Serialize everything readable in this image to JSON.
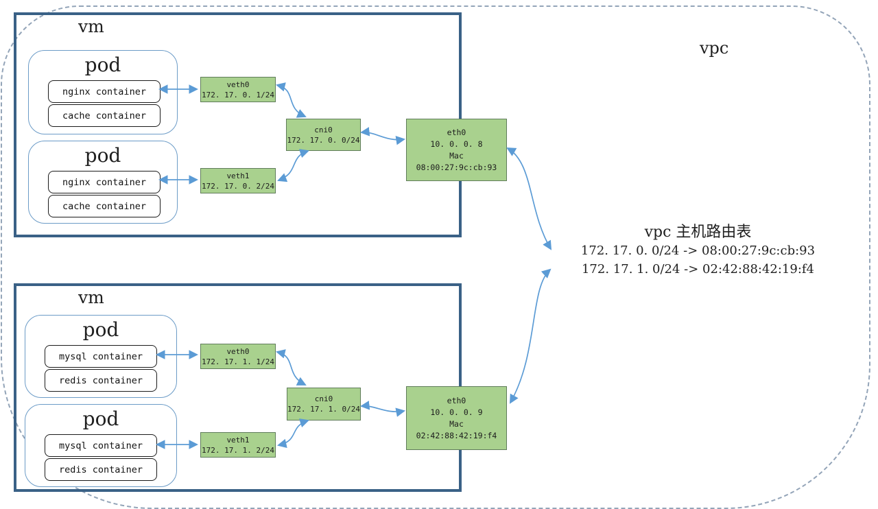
{
  "colors": {
    "arrow_blue": "#5b9bd5",
    "vm_border": "#3a6186",
    "pod_border": "#6b9bc7",
    "interface_fill": "#a9d18e",
    "interface_border": "#5f7c5a",
    "vpc_dash": "#93a4b8"
  },
  "vpc": {
    "label": "vpc"
  },
  "routing_table": {
    "title": "vpc 主机路由表",
    "entries": [
      "172. 17. 0. 0/24 -> 08:00:27:9c:cb:93",
      "172. 17. 1. 0/24 -> 02:42:88:42:19:f4"
    ]
  },
  "vm1": {
    "label": "vm",
    "pod1": {
      "label": "pod",
      "containers": [
        "nginx container",
        "cache container"
      ]
    },
    "pod2": {
      "label": "pod",
      "containers": [
        "nginx container",
        "cache container"
      ]
    },
    "veth0": {
      "name": "veth0",
      "ip": "172. 17. 0. 1/24"
    },
    "veth1": {
      "name": "veth1",
      "ip": "172. 17. 0. 2/24"
    },
    "cni0": {
      "name": "cni0",
      "ip": "172. 17. 0. 0/24"
    },
    "eth0": {
      "name": "eth0",
      "ip": "10. 0. 0. 8",
      "mac_label": "Mac",
      "mac": "08:00:27:9c:cb:93"
    }
  },
  "vm2": {
    "label": "vm",
    "pod1": {
      "label": "pod",
      "containers": [
        "mysql container",
        "redis container"
      ]
    },
    "pod2": {
      "label": "pod",
      "containers": [
        "mysql container",
        "redis container"
      ]
    },
    "veth0": {
      "name": "veth0",
      "ip": "172. 17. 1. 1/24"
    },
    "veth1": {
      "name": "veth1",
      "ip": "172. 17. 1. 2/24"
    },
    "cni0": {
      "name": "cni0",
      "ip": "172. 17. 1. 0/24"
    },
    "eth0": {
      "name": "eth0",
      "ip": "10. 0. 0. 9",
      "mac_label": "Mac",
      "mac": "02:42:88:42:19:f4"
    }
  }
}
